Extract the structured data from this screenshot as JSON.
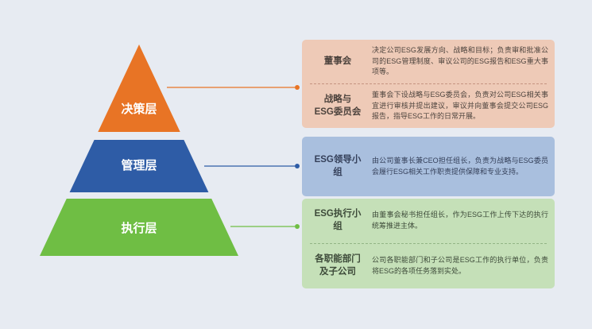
{
  "canvas": {
    "background": "#E7EBF2"
  },
  "pyramid": {
    "levels": [
      {
        "id": "decision",
        "label": "决策层",
        "color": "#E87425"
      },
      {
        "id": "management",
        "label": "管理层",
        "color": "#2E5CA6"
      },
      {
        "id": "execution",
        "label": "执行层",
        "color": "#6FBE44"
      }
    ],
    "label_color": "#FFFFFF"
  },
  "panels": [
    {
      "id": "decision",
      "fill": "#EECAB7",
      "accent": "#E87425",
      "rows": [
        {
          "label": "董事会",
          "desc": "决定公司ESG发展方向、战略和目标；负责审和批准公司的ESG管理制度、审议公司的ESG报告和ESG重大事项等。"
        },
        {
          "label": "战略与\nESG委员会",
          "desc": "董事会下设战略与ESG委员会，负责对公司ESG相关事宜进行审核并提出建议，审议并向董事会提交公司ESG报告，指导ESG工作的日常开展。"
        }
      ]
    },
    {
      "id": "management",
      "fill": "#A9BFDE",
      "accent": "#2E5CA6",
      "rows": [
        {
          "label": "ESG领导小组",
          "desc": "由公司董事长兼CEO担任组长，负责为战略与ESG委员会履行ESG相关工作职责提供保障和专业支持。"
        }
      ]
    },
    {
      "id": "execution",
      "fill": "#C5E0B8",
      "accent": "#6FBE44",
      "rows": [
        {
          "label": "ESG执行小组",
          "desc": "由董事会秘书担任组长，作为ESG工作上传下达的执行统筹推进主体。"
        },
        {
          "label": "各职能部门\n及子公司",
          "desc": "公司各职能部门和子公司是ESG工作的执行单位，负责将ESG的各项任务落到实处。"
        }
      ]
    }
  ]
}
